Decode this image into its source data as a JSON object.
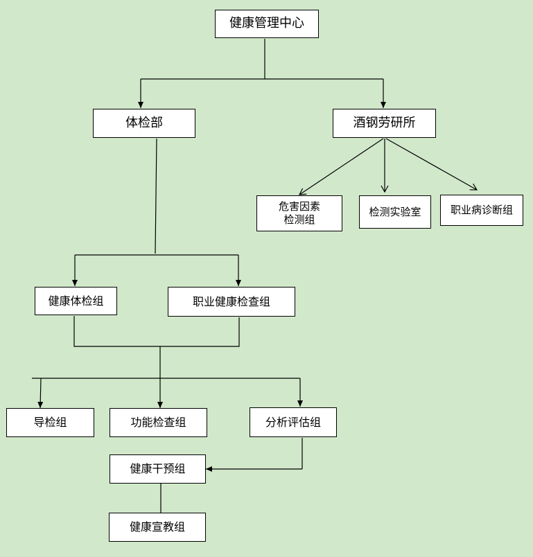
{
  "diagram": {
    "background_color": "#d1e8ca",
    "nodes": {
      "center": "健康管理中心",
      "exam_dept": "体检部",
      "institute": "酒钢劳研所",
      "hazard_group": "危害因素\n检测组",
      "lab": "检测实验室",
      "occ_disease_group": "职业病诊断组",
      "health_exam_group": "健康体检组",
      "occ_health_group": "职业健康检查组",
      "guide_group": "导检组",
      "function_group": "功能检查组",
      "analysis_group": "分析评估组",
      "intervention_group": "健康干预组",
      "education_group": "健康宣教组"
    }
  }
}
